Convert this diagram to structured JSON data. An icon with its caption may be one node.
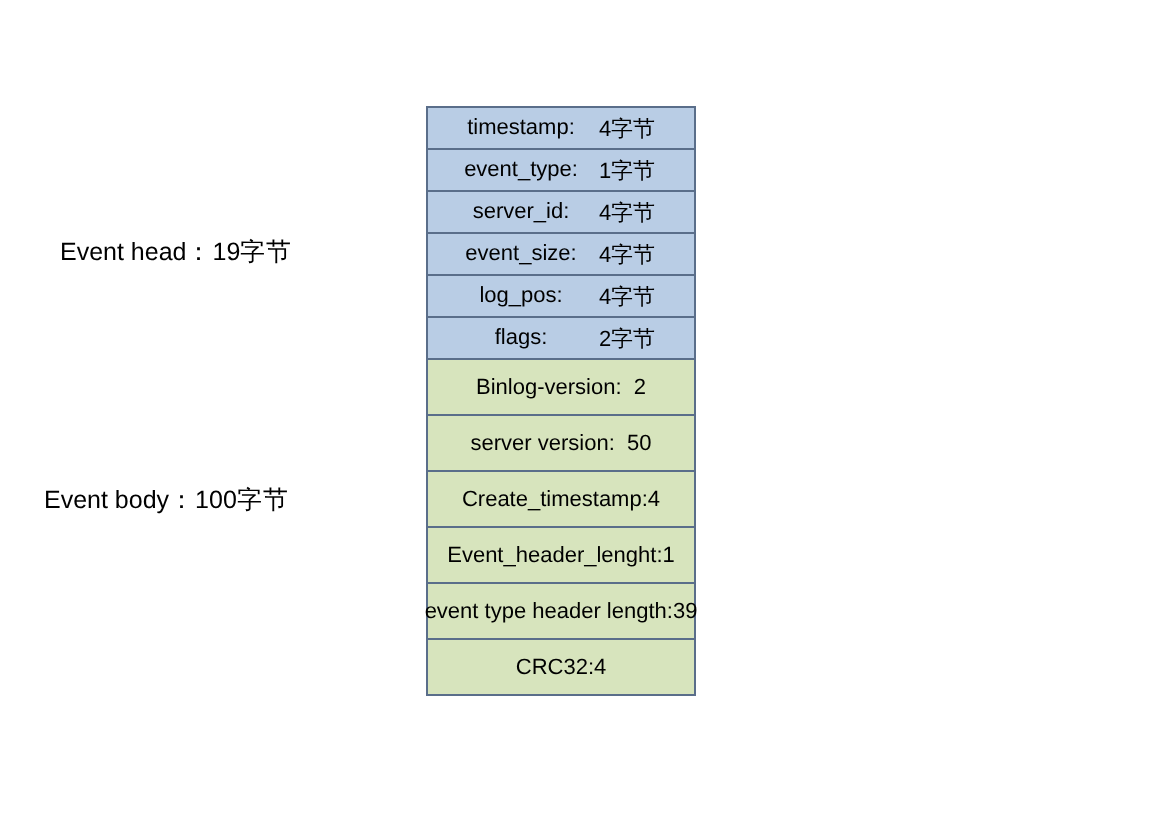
{
  "diagram": {
    "nodes": [
      {
        "text": [
          "timestamp:",
          "4字节"
        ]
      },
      {
        "text": [
          "event_type:",
          "1字节"
        ]
      },
      {
        "text": [
          "server_id:",
          "4字节"
        ]
      },
      {
        "text": [
          "event_size:",
          "4字节"
        ]
      },
      {
        "text": [
          "log_pos:",
          "4字节"
        ]
      },
      {
        "text": [
          "flags:",
          "2字节"
        ]
      },
      {
        "text": [
          "Binlog-version:  2"
        ]
      },
      {
        "text": [
          "server version:  50"
        ]
      },
      {
        "text": [
          "Create_timestamp:4"
        ]
      },
      {
        "text": [
          "Event_header_lenght:1"
        ]
      },
      {
        "text": [
          "event type header length:39"
        ]
      },
      {
        "text": [
          "CRC32:4"
        ]
      }
    ],
    "edges": [],
    "labels": [
      "Event head：19字节",
      "Event body：100字节"
    ]
  }
}
